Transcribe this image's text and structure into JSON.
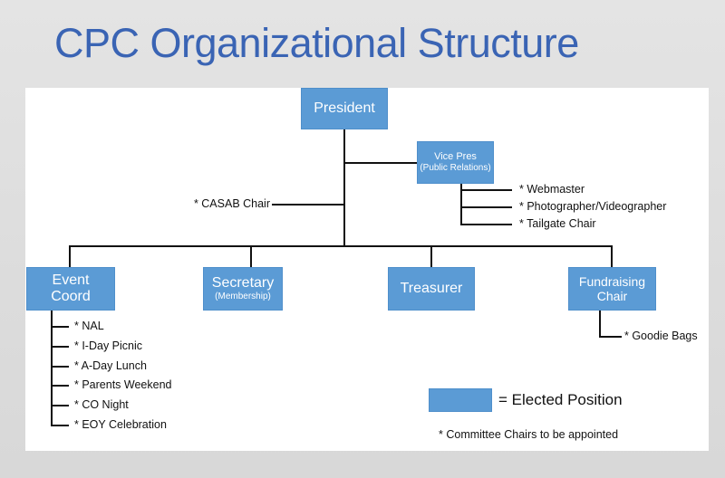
{
  "title": "CPC Organizational Structure",
  "colors": {
    "box": "#5b9bd5",
    "title": "#3a64b4"
  },
  "nodes": {
    "president": {
      "label": "President"
    },
    "vice_pres": {
      "label": "Vice Pres",
      "sub": "(Public Relations)"
    },
    "event_coord": {
      "label_line1": "Event",
      "label_line2": "Coord"
    },
    "secretary": {
      "label": "Secretary",
      "sub": "(Membership)"
    },
    "treasurer": {
      "label": "Treasurer"
    },
    "fundraising": {
      "label_line1": "Fundraising",
      "label_line2": "Chair"
    }
  },
  "casab": "* CASAB Chair",
  "vp_committees": [
    "* Webmaster",
    "* Photographer/Videographer",
    "* Tailgate Chair"
  ],
  "event_committees": [
    "* NAL",
    "* I-Day Picnic",
    "* A-Day Lunch",
    "* Parents Weekend",
    "* CO Night",
    "* EOY Celebration"
  ],
  "fundraising_committees": [
    "* Goodie Bags"
  ],
  "legend": {
    "label": "= Elected Position",
    "footnote": "* Committee Chairs to be appointed"
  }
}
